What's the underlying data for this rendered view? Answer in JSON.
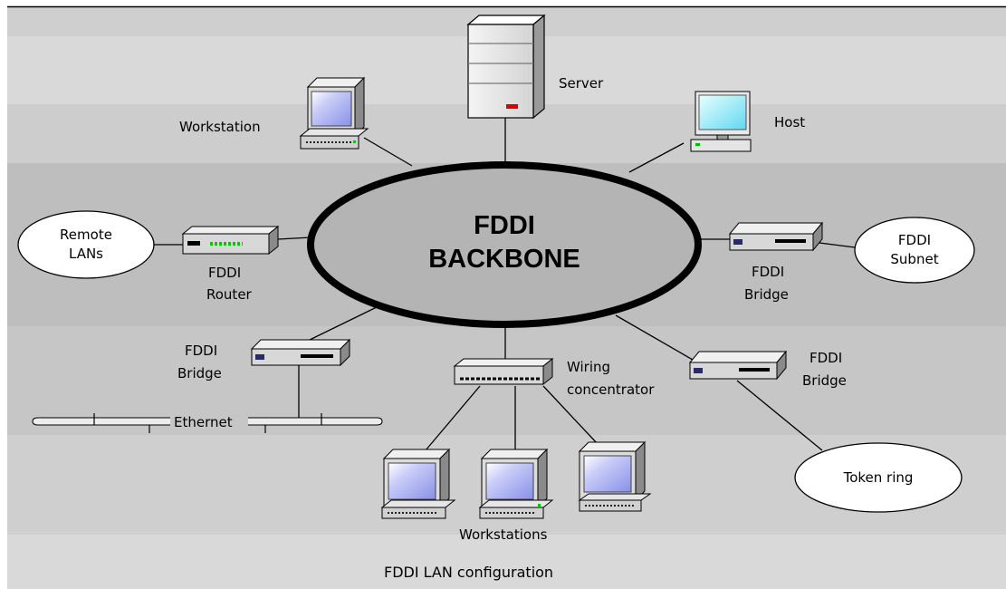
{
  "diagram": {
    "backbone": {
      "line1": "FDDI",
      "line2": "BACKBONE"
    },
    "server": "Server",
    "workstation": "Workstation",
    "host": "Host",
    "remote_lans": {
      "line1": "Remote",
      "line2": "LANs"
    },
    "router": {
      "line1": "FDDI",
      "line2": "Router"
    },
    "bridge_right": {
      "line1": "FDDI",
      "line2": "Bridge"
    },
    "subnet": {
      "line1": "FDDI",
      "line2": "Subnet"
    },
    "bridge_left": {
      "line1": "FDDI",
      "line2": "Bridge"
    },
    "concentrator": {
      "line1": "Wiring",
      "line2": "concentrator"
    },
    "bridge_lower": {
      "line1": "FDDI",
      "line2": "Bridge"
    },
    "ethernet": "Ethernet",
    "token_ring": "Token ring",
    "workstations": "Workstations",
    "caption": "FDDI LAN configuration"
  },
  "colors": {
    "background": "#c8c8c8",
    "band_light": "#d9d9d9",
    "band_dark": "#bebebe",
    "screen": "#a8d8f8",
    "monitor_screen": "#b0b8f0",
    "led_red": "#e00000",
    "led_green": "#00cc00"
  }
}
